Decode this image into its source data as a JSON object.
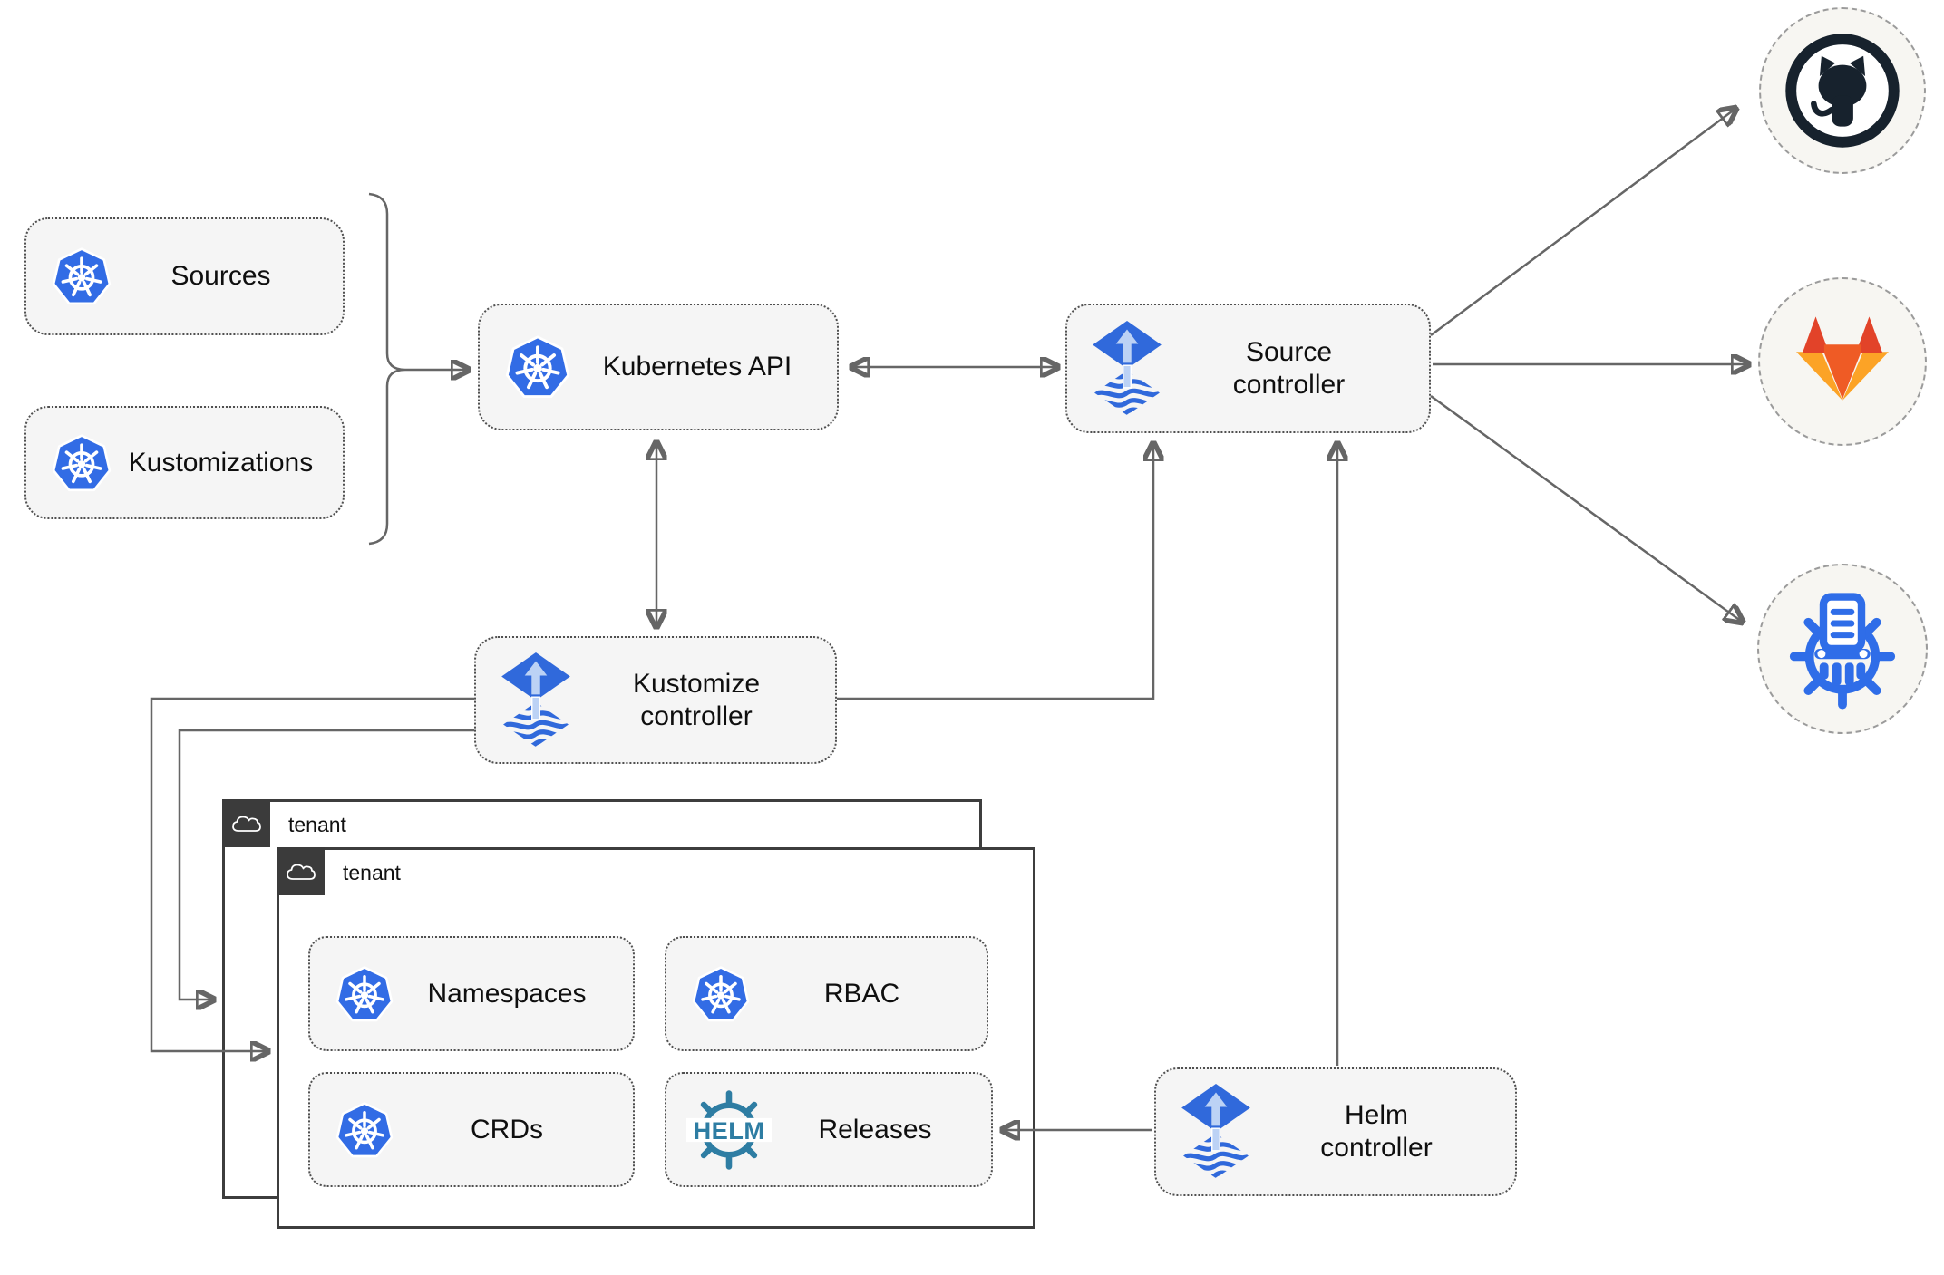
{
  "colors": {
    "k8s_blue": "#326ce5",
    "flux_blue": "#3069db",
    "flux_light": "#bcd2f5",
    "helm_teal": "#2e7da3",
    "github_dark": "#17222d",
    "gitlab_red": "#e24329",
    "gitlab_mid": "#ef5b25",
    "gitlab_light": "#fca326",
    "hr_blue": "#2f6de8",
    "arrow_gray": "#666666",
    "border_gray": "#4f4f4f",
    "node_bg": "#f5f5f5",
    "tenant_badge_bg": "#3b3b3b",
    "tenant_border": "#3d3d3d",
    "circle_bg": "#f7f6f2",
    "circle_border": "#9b9b9b"
  },
  "nodes": {
    "sources": {
      "label": "Sources"
    },
    "kustomizations": {
      "label": "Kustomizations"
    },
    "kubernetes_api": {
      "label": "Kubernetes API"
    },
    "source_controller": {
      "line1": "Source",
      "line2": "controller"
    },
    "kustomize_controller": {
      "line1": "Kustomize",
      "line2": "controller"
    },
    "helm_controller": {
      "line1": "Helm",
      "line2": "controller"
    },
    "namespaces": {
      "label": "Namespaces"
    },
    "rbac": {
      "label": "RBAC"
    },
    "crds": {
      "label": "CRDs"
    },
    "releases": {
      "label": "Releases"
    }
  },
  "groups": {
    "tenant_back": {
      "label": "tenant"
    },
    "tenant_front": {
      "label": "tenant"
    }
  },
  "icons": {
    "kubernetes": "kubernetes-wheel",
    "flux": "flux-gitops-toolkit",
    "helm": "helm-wheel",
    "helm_wordmark": "HELM",
    "github": "github-octocat",
    "gitlab": "gitlab-tanuki",
    "helm_repository": "helm-chart-repository",
    "cloud": "cloud-outline"
  }
}
